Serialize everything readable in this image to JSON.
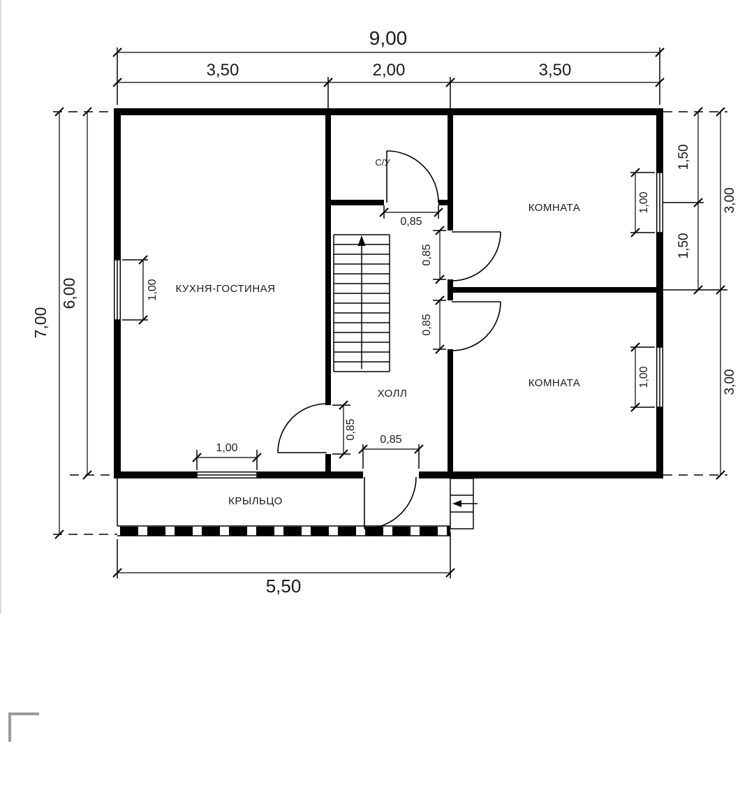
{
  "plan": {
    "rooms": {
      "kitchen_living": "КУХНЯ-ГОСТИНАЯ",
      "room_top": "КОМНАТА",
      "room_bottom": "КОМНАТА",
      "hall": "ХОЛЛ",
      "bathroom": "С/У",
      "porch": "КРЫЛЬЦО"
    },
    "dims": {
      "total_width": "9,00",
      "seg_left": "3,50",
      "seg_mid": "2,00",
      "seg_right": "3,50",
      "total_height": "7,00",
      "inner_height": "6,00",
      "right_split_top": "1,50",
      "right_split_bottom": "1,50",
      "right_room_top": "3,00",
      "right_room_bottom": "3,00",
      "porch_width": "5,50",
      "window_left": "1,00",
      "window_bottom": "1,00",
      "window_right_top": "1,00",
      "window_right_bottom": "1,00",
      "door_bathroom": "0,85",
      "door_room_top": "0,85",
      "door_room_bottom": "0,85",
      "door_kitchen": "0,85",
      "door_entry": "0,85"
    }
  },
  "colors": {
    "ink": "#000000",
    "paper": "#ffffff",
    "frame_gray": "#9b9b9b"
  }
}
